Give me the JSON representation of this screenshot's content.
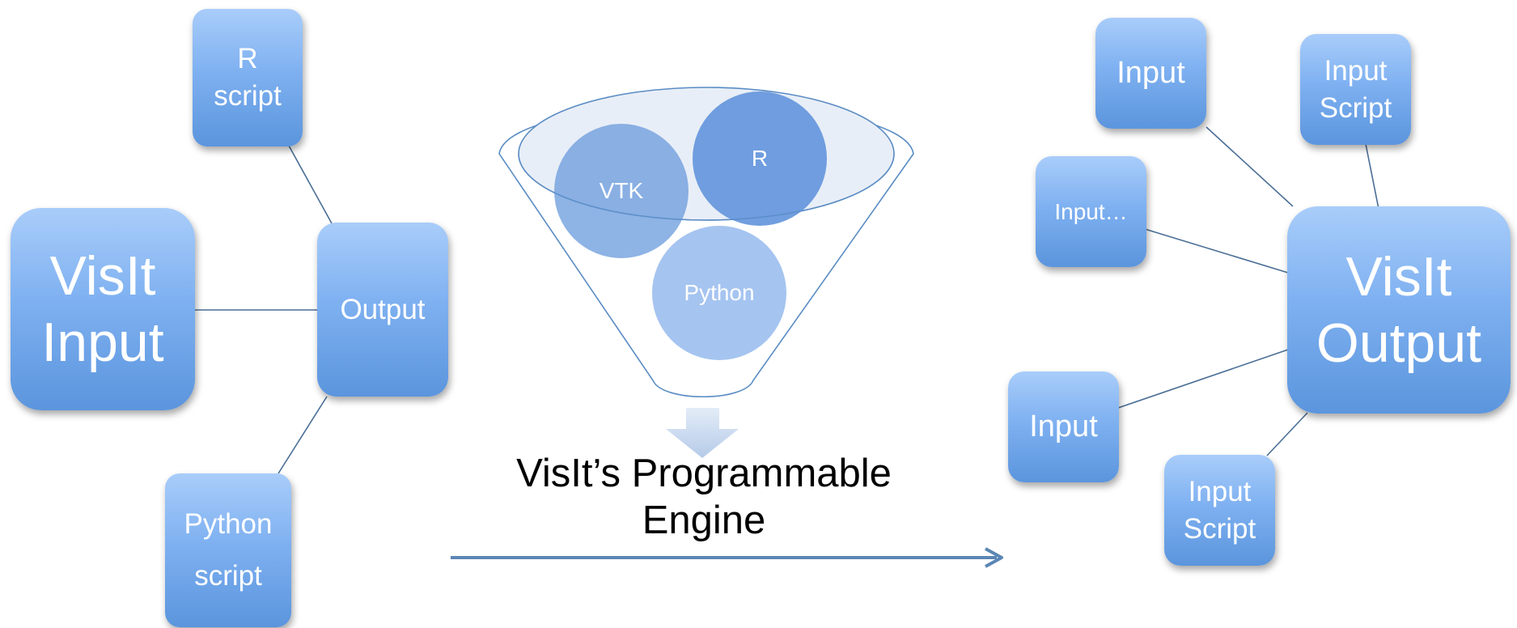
{
  "left_cluster": {
    "visit_input": "VisIt\nInput",
    "output": "Output",
    "r_script": "R\nscript",
    "python_script": "Python\n\nscript"
  },
  "center": {
    "funnel_circles": {
      "vtk": "VTK",
      "r": "R",
      "python": "Python"
    },
    "engine_label": "VisIt’s Programmable\nEngine"
  },
  "right_cluster": {
    "visit_output": "VisIt\nOutput",
    "input_top": "Input",
    "input_script_top": "Input\nScript",
    "input_truncated": "Input…",
    "input_bottom": "Input",
    "input_script_bottom": "Input\nScript"
  },
  "colors": {
    "box_gradient_top": "#a9cdfa",
    "box_gradient_bottom": "#5b95dd",
    "connector": "#4a6e96",
    "arrow": "#5b86b4",
    "funnel_outline": "#5a8cc4"
  }
}
